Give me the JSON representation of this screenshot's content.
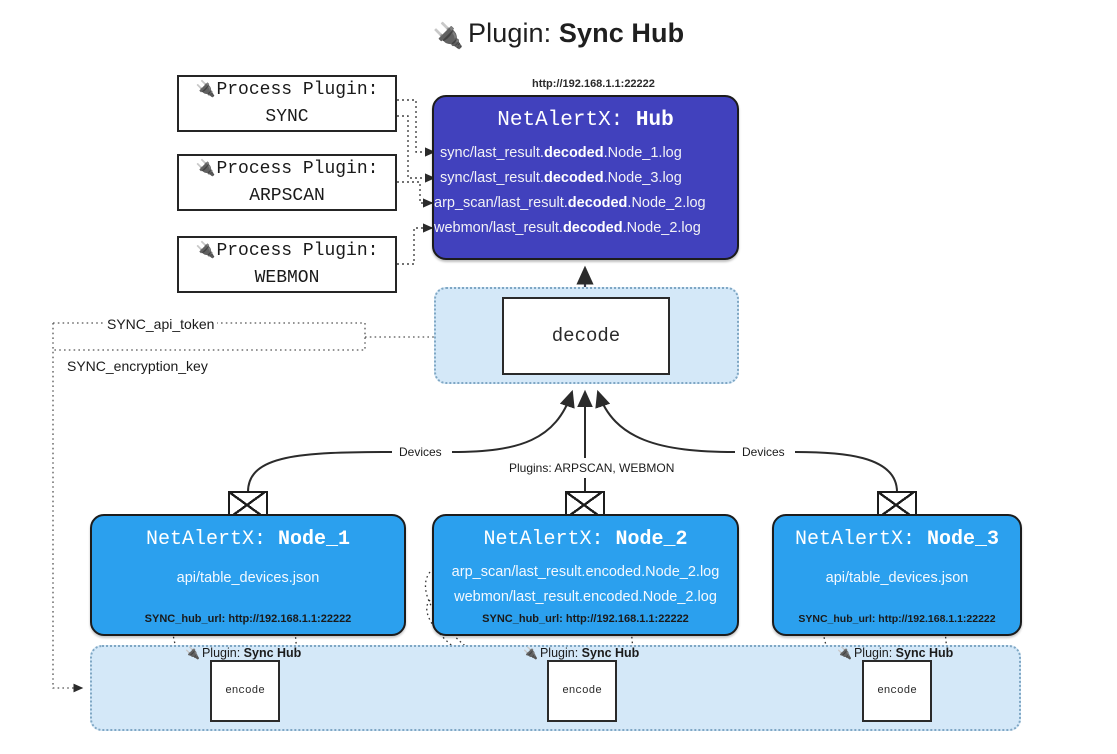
{
  "title": {
    "prefix": "Plugin:",
    "name": "Sync Hub",
    "icon": "plug-icon"
  },
  "colors": {
    "hub_fill": "#4141bd",
    "node_fill": "#2ba0ee",
    "region_fill": "#d4e8f8",
    "region_border": "#7fa7c4",
    "stroke": "#1c1c1c",
    "page_bg": "#ffffff"
  },
  "process_plugins": [
    {
      "caption": "Process Plugin:",
      "name": "SYNC"
    },
    {
      "caption": "Process Plugin:",
      "name": "ARPSCAN"
    },
    {
      "caption": "Process Plugin:",
      "name": "WEBMON"
    }
  ],
  "hub": {
    "url": "http://192.168.1.1:22222",
    "title_prefix": "NetAlertX:",
    "title_name": "Hub",
    "logs": [
      {
        "pre": "sync/last_result.",
        "mid": "decoded",
        "post": ".Node_1.log",
        "centered": false
      },
      {
        "pre": "sync/last_result.",
        "mid": "decoded",
        "post": ".Node_3.log",
        "centered": false
      },
      {
        "pre": "arp_scan/last_result.",
        "mid": "decoded",
        "post": ".Node_2.log",
        "centered": false
      },
      {
        "pre": "webmon/last_result.",
        "mid": "decoded",
        "post": ".Node_2.log",
        "centered": false
      }
    ]
  },
  "decode": {
    "label": "decode"
  },
  "settings": {
    "api_token": "SYNC_api_token",
    "encryption_key": "SYNC_encryption_key"
  },
  "edge_labels": {
    "devices_left": "Devices",
    "devices_right": "Devices",
    "plugins_mid": "Plugins: ARPSCAN, WEBMON"
  },
  "nodes": [
    {
      "title_prefix": "NetAlertX:",
      "title_name": "Node_1",
      "lines": [
        "api/table_devices.json"
      ],
      "footer": "SYNC_hub_url: http://192.168.1.1:22222"
    },
    {
      "title_prefix": "NetAlertX:",
      "title_name": "Node_2",
      "lines": [
        "arp_scan/last_result.encoded.Node_2.log",
        "webmon/last_result.encoded.Node_2.log"
      ],
      "footer": "SYNC_hub_url: http://192.168.1.1:22222"
    },
    {
      "title_prefix": "NetAlertX:",
      "title_name": "Node_3",
      "lines": [
        "api/table_devices.json"
      ],
      "footer": "SYNC_hub_url: http://192.168.1.1:22222"
    }
  ],
  "encoders": [
    {
      "caption_prefix": "Plugin:",
      "caption_name": "Sync Hub",
      "label": "encode"
    },
    {
      "caption_prefix": "Plugin:",
      "caption_name": "Sync Hub",
      "label": "encode"
    },
    {
      "caption_prefix": "Plugin:",
      "caption_name": "Sync Hub",
      "label": "encode"
    }
  ]
}
